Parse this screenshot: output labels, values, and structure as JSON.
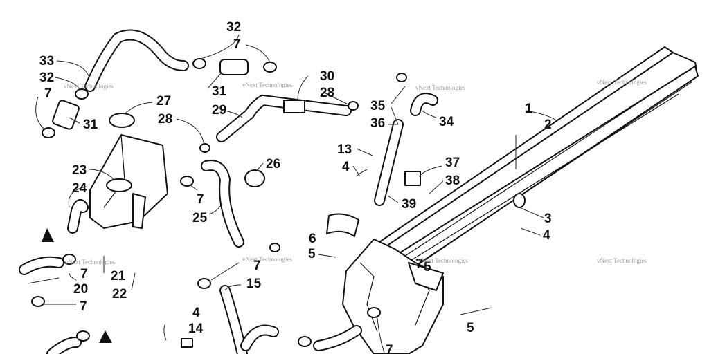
{
  "callouts": [
    {
      "id": "c1",
      "text": "1"
    },
    {
      "id": "c2",
      "text": "2"
    },
    {
      "id": "c3",
      "text": "3"
    },
    {
      "id": "c4a",
      "text": "4"
    },
    {
      "id": "c4b",
      "text": "4"
    },
    {
      "id": "c4c",
      "text": "4"
    },
    {
      "id": "c5a",
      "text": "5"
    },
    {
      "id": "c5b",
      "text": "5"
    },
    {
      "id": "c5c",
      "text": "5"
    },
    {
      "id": "c6",
      "text": "6"
    },
    {
      "id": "c7a",
      "text": "7"
    },
    {
      "id": "c7b",
      "text": "7"
    },
    {
      "id": "c7c",
      "text": "7"
    },
    {
      "id": "c7d",
      "text": "7"
    },
    {
      "id": "c7e",
      "text": "7"
    },
    {
      "id": "c7f",
      "text": "7"
    },
    {
      "id": "c7g",
      "text": "7"
    },
    {
      "id": "c7h",
      "text": "7"
    },
    {
      "id": "c13",
      "text": "13"
    },
    {
      "id": "c14",
      "text": "14"
    },
    {
      "id": "c15",
      "text": "15"
    },
    {
      "id": "c20",
      "text": "20"
    },
    {
      "id": "c21",
      "text": "21"
    },
    {
      "id": "c22",
      "text": "22"
    },
    {
      "id": "c23",
      "text": "23"
    },
    {
      "id": "c24",
      "text": "24"
    },
    {
      "id": "c25",
      "text": "25"
    },
    {
      "id": "c26",
      "text": "26"
    },
    {
      "id": "c27",
      "text": "27"
    },
    {
      "id": "c28a",
      "text": "28"
    },
    {
      "id": "c28b",
      "text": "28"
    },
    {
      "id": "c29",
      "text": "29"
    },
    {
      "id": "c30",
      "text": "30"
    },
    {
      "id": "c31a",
      "text": "31"
    },
    {
      "id": "c31b",
      "text": "31"
    },
    {
      "id": "c32a",
      "text": "32"
    },
    {
      "id": "c32b",
      "text": "32"
    },
    {
      "id": "c33",
      "text": "33"
    },
    {
      "id": "c34",
      "text": "34"
    },
    {
      "id": "c35",
      "text": "35"
    },
    {
      "id": "c36",
      "text": "36"
    },
    {
      "id": "c37",
      "text": "37"
    },
    {
      "id": "c38",
      "text": "38"
    },
    {
      "id": "c39",
      "text": "39"
    }
  ],
  "watermark": {
    "text": "vNext Technologies"
  }
}
